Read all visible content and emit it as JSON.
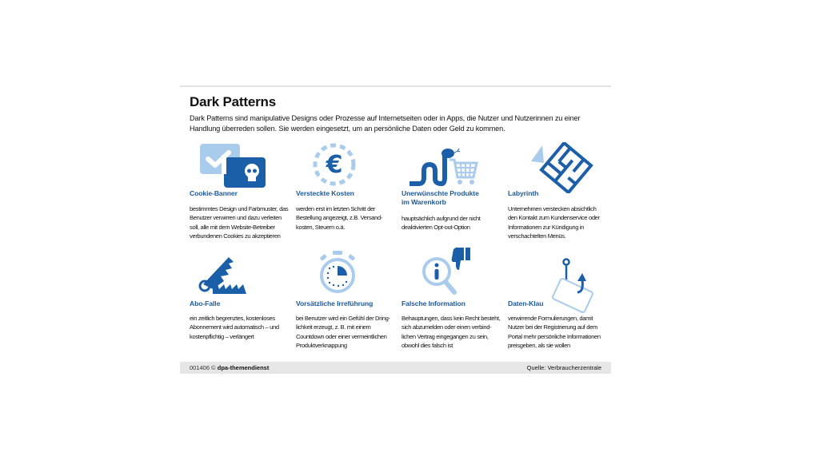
{
  "title": "Dark Patterns",
  "intro": [
    "Dark Patterns sind manipulative Designs oder Prozesse auf Internetseiten oder in Apps, die Nutzer und Nutzerinnen zu einer",
    "Handlung überreden sollen. Sie werden eingesetzt, um an persönliche Daten oder Geld zu kommen."
  ],
  "colors": {
    "dark_blue": "#1b5fa9",
    "light_blue": "#a9cbec",
    "heading": "#1d5a9c"
  },
  "items": [
    {
      "icon": "cookie-banner-icon",
      "title": [
        "Cookie-Banner"
      ],
      "text": [
        "bestimmtes Design und Farbmuster, das",
        "Benutzer verwirren und dazu verleiten",
        "soll, alle mit dem Website-Betreiber",
        "verbundenen Cookies zu akzeptieren"
      ]
    },
    {
      "icon": "euro-icon",
      "title": [
        "Versteckte Kosten"
      ],
      "text": [
        "werden erst im letzten Schritt der",
        "Bestellung angezeigt, z.B. Versand-",
        "kosten, Steuern o.ä."
      ]
    },
    {
      "icon": "snake-cart-icon",
      "title": [
        "Unerwünschte Produkte",
        "im Warenkorb"
      ],
      "text": [
        "hauptsächlich aufgrund der nicht",
        "deaktivierten Opt-out-Option"
      ]
    },
    {
      "icon": "maze-icon",
      "title": [
        "Labyrinth"
      ],
      "text": [
        "Unternehmen verstecken absichtlich",
        "den Kontakt zum Kundenservice oder",
        "Informationen zur Kündigung in",
        "verschachtelten Menüs."
      ]
    },
    {
      "icon": "trap-icon",
      "title": [
        "Abo-Falle"
      ],
      "text": [
        "ein zeitlich begrenztes, kostenloses",
        "Abonnement wird automatisch – und",
        "kostenpflichtig – verlängert"
      ]
    },
    {
      "icon": "stopwatch-icon",
      "title": [
        "Vorsätzliche Irreführung"
      ],
      "text": [
        "bei Benutzer wird ein Gefühl der Dring-",
        "lichkeit erzeugt, z. B. mit einem",
        "Countdown oder einer vermeintlichen",
        "Produktverknappung"
      ]
    },
    {
      "icon": "magnifier-thumbs-down-icon",
      "title": [
        "Falsche Information"
      ],
      "text": [
        "Behauptungen, dass kein Recht besteht,",
        "sich abzumelden oder einen verbind-",
        "lichen Vertrag eingegangen zu sein,",
        "obwohl dies falsch ist"
      ]
    },
    {
      "icon": "hook-card-icon",
      "title": [
        "Daten-Klau"
      ],
      "text": [
        "verwirrende Formulierungen, damit",
        "Nutzer bei der Registrierung auf dem",
        "Portal mehr persönliche Informationen",
        "preisgeben, als sie wollen"
      ]
    }
  ],
  "footer": {
    "id": "001406",
    "copyright": "©",
    "brand": "dpa-themendienst",
    "source": "Quelle: Verbraucherzentrale"
  }
}
